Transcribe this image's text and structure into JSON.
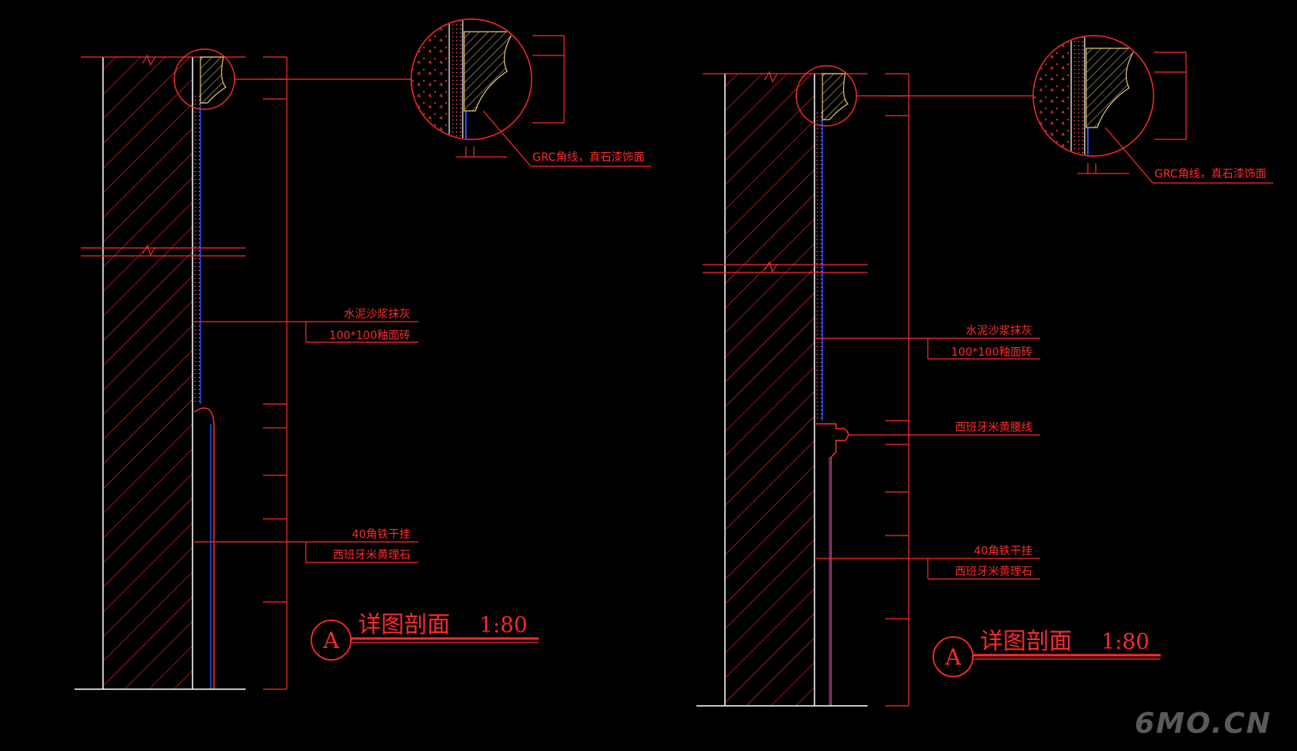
{
  "drawings": [
    {
      "detail_label": "GRC角线，真石漆饰面",
      "callout1_line1": "水泥沙浆抹灰",
      "callout1_line2": "100*100釉面砖",
      "waist_label": "",
      "callout2_line1": "40角铁干挂",
      "callout2_line2": "西班牙米黄理石",
      "title": "详图剖面",
      "scale": "1:80",
      "badge": "A"
    },
    {
      "detail_label": "GRC角线，真石漆饰面",
      "callout1_line1": "水泥沙浆抹灰",
      "callout1_line2": "100*100釉面砖",
      "waist_label": "西班牙米黄腰线",
      "callout2_line1": "40角铁干挂",
      "callout2_line2": "西班牙米黄理石",
      "title": "详图剖面",
      "scale": "1:80",
      "badge": "A"
    }
  ],
  "watermark": "6MO.CN",
  "colors": {
    "background": "#000000",
    "line": "#ff2a2a",
    "edge": "#ffffff",
    "anchor": "#2a4dff",
    "grc": "#e8c86a",
    "watermark": "#5a5a5a"
  }
}
